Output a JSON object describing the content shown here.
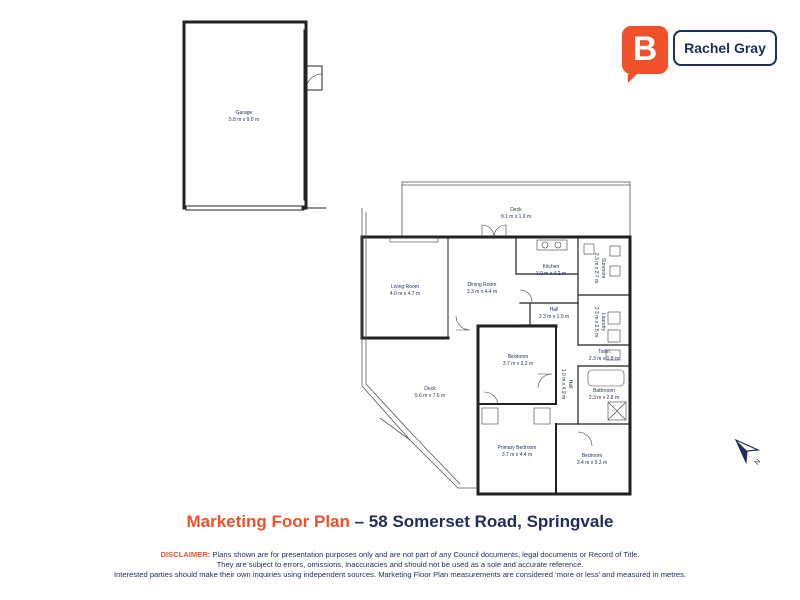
{
  "brand": {
    "logo_letter": "B",
    "name": "Rachel Gray",
    "accent_color": "#f0512a",
    "primary_color": "#1f2d5a"
  },
  "rooms": {
    "garage": {
      "name": "Garage",
      "dims": "5.8 m x 9.0 m"
    },
    "deck_top": {
      "name": "Deck",
      "dims": "9.1 m x 1.9 m"
    },
    "living": {
      "name": "Living Room",
      "dims": "4.0 m x 4.7 m"
    },
    "dining": {
      "name": "Dining Room",
      "dims": "3.3 m x 4.4 m"
    },
    "kitchen": {
      "name": "Kitchen",
      "dims": "3.0 m x 4.2 m"
    },
    "sunroom": {
      "name": "Sunroom",
      "dims": "2.3 m x 2.7 m"
    },
    "laundry": {
      "name": "Laundry",
      "dims": "2.3 m x 2.5 m"
    },
    "hall_small": {
      "name": "Hall",
      "dims": "2.3 m x 1.0 m"
    },
    "toilet": {
      "name": "Toilet",
      "dims": "2.3 m x 0.8 m"
    },
    "bedroom1": {
      "name": "Bedroom",
      "dims": "3.7 m x 3.2 m"
    },
    "hall_long": {
      "name": "Hall",
      "dims": "1.0 m x 4.9 m"
    },
    "bathroom": {
      "name": "Bathroom",
      "dims": "2.3 m x 2.8 m"
    },
    "deck_side": {
      "name": "Deck",
      "dims": "5.6 m x 7.6 m"
    },
    "primary": {
      "name": "Primary Bedroom",
      "dims": "3.7 m x 4.4 m"
    },
    "bedroom2": {
      "name": "Bedroom",
      "dims": "3.4 m x 3.3 m"
    }
  },
  "compass": {
    "label": "N"
  },
  "title": {
    "accent": "Marketing Foor Plan",
    "rest": " – 58 Somerset Road, Springvale"
  },
  "disclaimer": {
    "label": "DISCLAIMER:",
    "line1": " Plans shown are for presentation purposes only and are not part of any Council documents, legal documents or Record of Title.",
    "line2": "They are subject to errors, omissions, inaccuracies and should not be used as a sole and accurate reference.",
    "line3": "Interested parties should make their own inquiries using independent sources. Marketing Floor Plan measurements are considered ‘more or less’ and measured in metres."
  }
}
